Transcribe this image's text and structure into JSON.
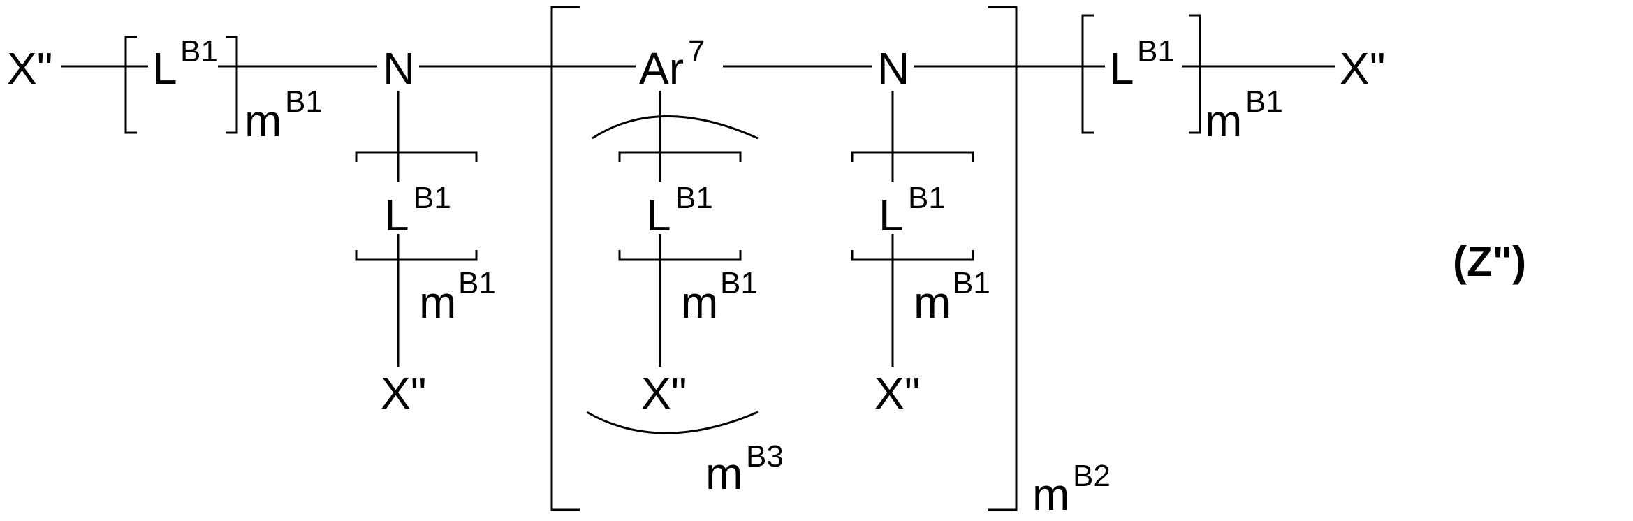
{
  "formula": {
    "atoms": {
      "x_terminal": "X\"",
      "nitrogen": "N",
      "aryl_base": "Ar",
      "aryl_index": "7",
      "linker_base": "L",
      "linker_sup": "B1"
    },
    "subscripts": {
      "m_base": "m",
      "mB1_sup": "B1",
      "mB2_sup": "B2",
      "mB3_sup": "B3"
    },
    "label": "(Z\")"
  }
}
